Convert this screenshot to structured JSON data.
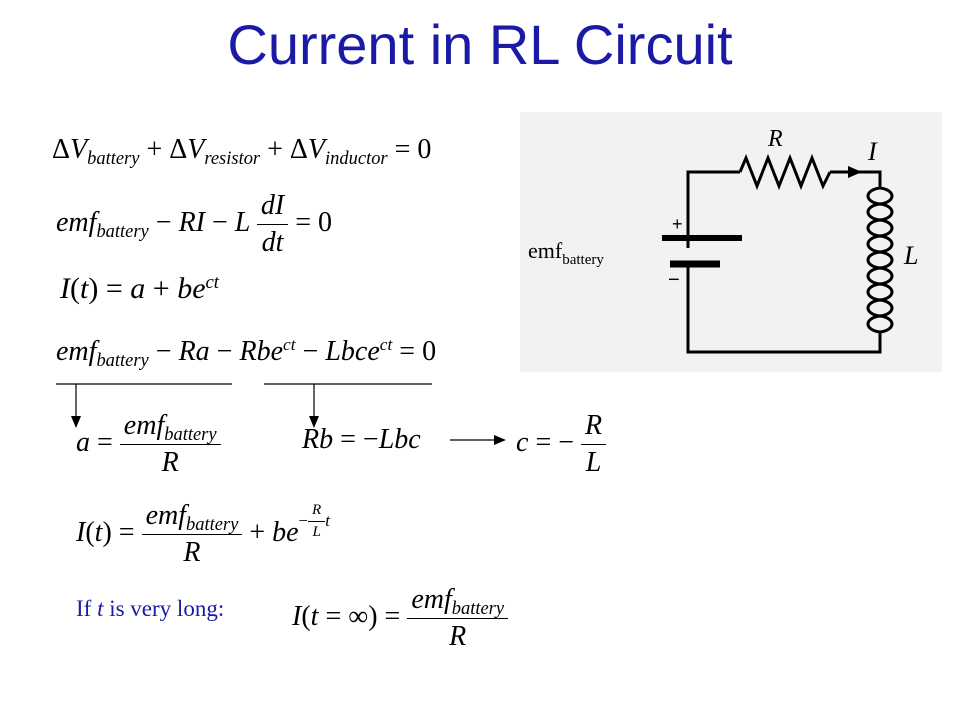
{
  "title": "Current in RL Circuit",
  "note": {
    "prefix": "If ",
    "variable": "t",
    "suffix": " is very long:"
  },
  "circuit": {
    "resistor_label": "R",
    "current_label": "I",
    "inductor_label": "L",
    "battery_label": "emf",
    "battery_subscript": "battery",
    "plus_sign": "+",
    "minus_sign": "−"
  },
  "colors": {
    "title": "#1a1aa6",
    "note": "#1a1aa6"
  }
}
